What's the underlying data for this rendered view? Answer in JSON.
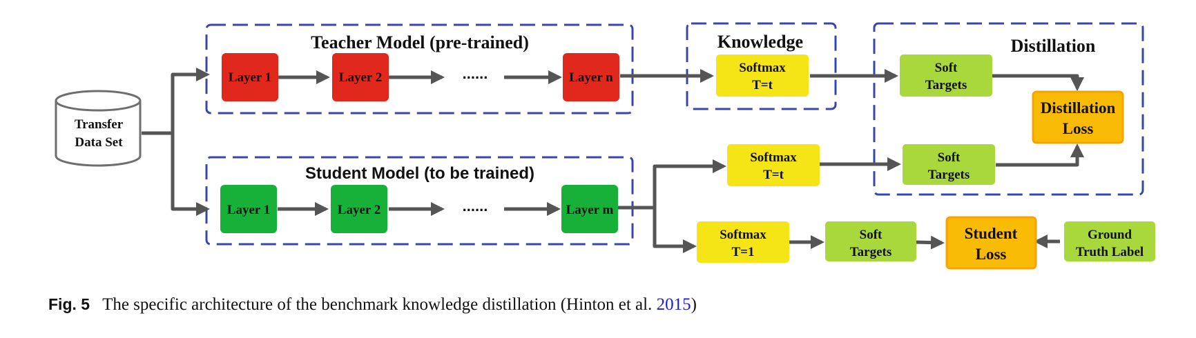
{
  "diagram": {
    "source": {
      "line1": "Transfer",
      "line2": "Data Set"
    },
    "teacher": {
      "title": "Teacher Model (pre-trained)",
      "layer1": "Layer 1",
      "layer2": "Layer 2",
      "ellipsis": "......",
      "layern": "Layer n"
    },
    "student": {
      "title": "Student Model (to be trained)",
      "layer1": "Layer 1",
      "layer2": "Layer 2",
      "ellipsis": "......",
      "layerm": "Layer m"
    },
    "knowledge": {
      "title": "Knowledge",
      "softmax_line1": "Softmax",
      "softmax_line2": "T=t"
    },
    "distillation": {
      "title": "Distillation",
      "soft_targets_top": {
        "line1": "Soft",
        "line2": "Targets"
      },
      "soft_targets_bottom": {
        "line1": "Soft",
        "line2": "Targets"
      },
      "loss": {
        "line1": "Distillation",
        "line2": "Loss"
      }
    },
    "student_softmax_t": {
      "line1": "Softmax",
      "line2": "T=t"
    },
    "student_softmax_1": {
      "line1": "Softmax",
      "line2": "T=1"
    },
    "student_soft_targets": {
      "line1": "Soft",
      "line2": "Targets"
    },
    "student_loss": {
      "line1": "Student",
      "line2": "Loss"
    },
    "ground_truth": {
      "line1": "Ground",
      "line2": "Truth Label"
    }
  },
  "caption": {
    "label": "Fig. 5",
    "text": "The specific architecture of the benchmark knowledge distillation (Hinton et al. ",
    "year": "2015",
    "close": ")"
  },
  "colors": {
    "teacher_layer": "#e0281c",
    "student_layer": "#17b13a",
    "softmax": "#f5e516",
    "soft_targets": "#a8d83c",
    "loss": "#f9bb06",
    "loss_border": "#f5a300",
    "dash": "#3a45a8",
    "arrow": "#555555"
  }
}
